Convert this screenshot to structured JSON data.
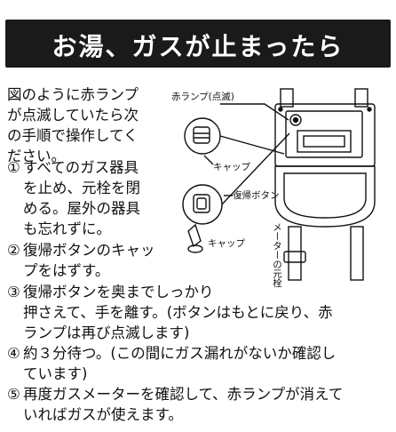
{
  "header": {
    "title": "お湯、ガスが止まったら"
  },
  "intro": {
    "lines": [
      "図のように赤ランプ",
      "が点滅していたら次",
      "の手順で操作してく",
      "ださい。"
    ]
  },
  "steps": [
    {
      "num": "①",
      "lines": [
        "すべてのガス器具",
        "を止め、元栓を閉",
        "める。屋外の器具",
        "も忘れずに。"
      ]
    },
    {
      "num": "②",
      "lines": [
        "復帰ボタンのキャッ",
        "プをはずす。"
      ]
    },
    {
      "num": "③",
      "lines": [
        "復帰ボタンを奥までしっかり",
        "押さえて、手を離す。(ボタンはもとに戻り、赤",
        "ランプは再び点滅します)"
      ]
    },
    {
      "num": "④",
      "lines": [
        "約３分待つ。(この間にガス漏れがないか確認し",
        "ています)"
      ]
    },
    {
      "num": "⑤",
      "lines": [
        "再度ガスメーターを確認して、赤ランプが消えて",
        "いればガスが使えます。"
      ]
    }
  ],
  "illustration": {
    "red_lamp_label": "赤ランプ(点滅)",
    "cap_label_top": "キャップ",
    "reset_button_label": "復帰ボタン",
    "cap_label_bottom": "キャップ",
    "valve_label": "メーターの元栓"
  },
  "colors": {
    "header_bg": "#1a1a1a",
    "header_text": "#ffffff",
    "line": "#111111"
  }
}
